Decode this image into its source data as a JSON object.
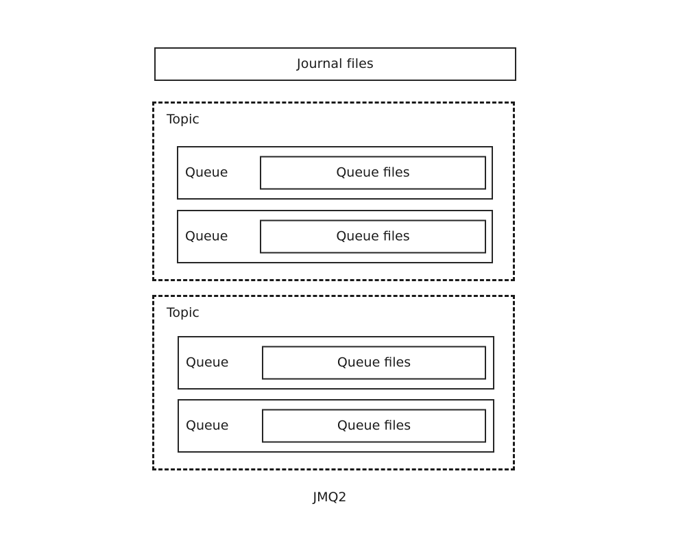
{
  "diagram": {
    "caption": "JMQ2",
    "journal": {
      "label": "Journal files"
    },
    "topics": [
      {
        "label": "Topic",
        "queues": [
          {
            "label": "Queue",
            "files_label": "Queue files"
          },
          {
            "label": "Queue",
            "files_label": "Queue files"
          }
        ]
      },
      {
        "label": "Topic",
        "queues": [
          {
            "label": "Queue",
            "files_label": "Queue files"
          },
          {
            "label": "Queue",
            "files_label": "Queue files"
          }
        ]
      }
    ],
    "colors": {
      "background": "#ffffff",
      "stroke": "#262626",
      "dashed_stroke": "#1a1a1a",
      "text": "#1a1a1a"
    }
  }
}
